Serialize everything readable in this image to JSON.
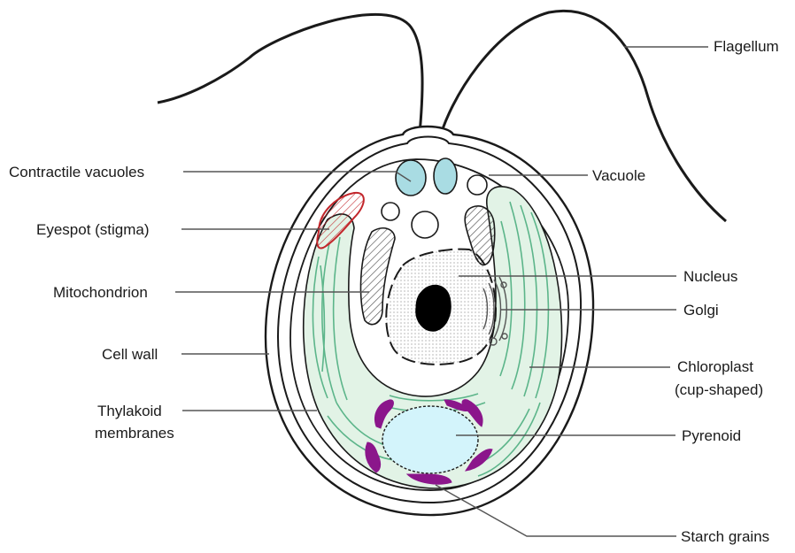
{
  "labels": {
    "flagellum": "Flagellum",
    "contractile_vacuoles": "Contractile vacuoles",
    "vacuole": "Vacuole",
    "eyespot": "Eyespot (stigma)",
    "mitochondrion": "Mitochondrion",
    "nucleus": "Nucleus",
    "golgi": "Golgi",
    "cell_wall": "Cell wall",
    "chloroplast_line1": "Chloroplast",
    "chloroplast_line2": "(cup-shaped)",
    "thylakoid_line1": "Thylakoid",
    "thylakoid_line2": "membranes",
    "pyrenoid": "Pyrenoid",
    "starch_grains": "Starch grains"
  },
  "colors": {
    "chloroplast_fill": "#e2f3e6",
    "thylakoid_stroke": "#5cb58a",
    "contractile_vacuole_fill": "#a9dce3",
    "pyrenoid_fill": "#d3f4fb",
    "starch_fill": "#8b168b",
    "eyespot_stroke": "#c2262b",
    "outline": "#1a1a1a",
    "leader_line": "#555555"
  }
}
